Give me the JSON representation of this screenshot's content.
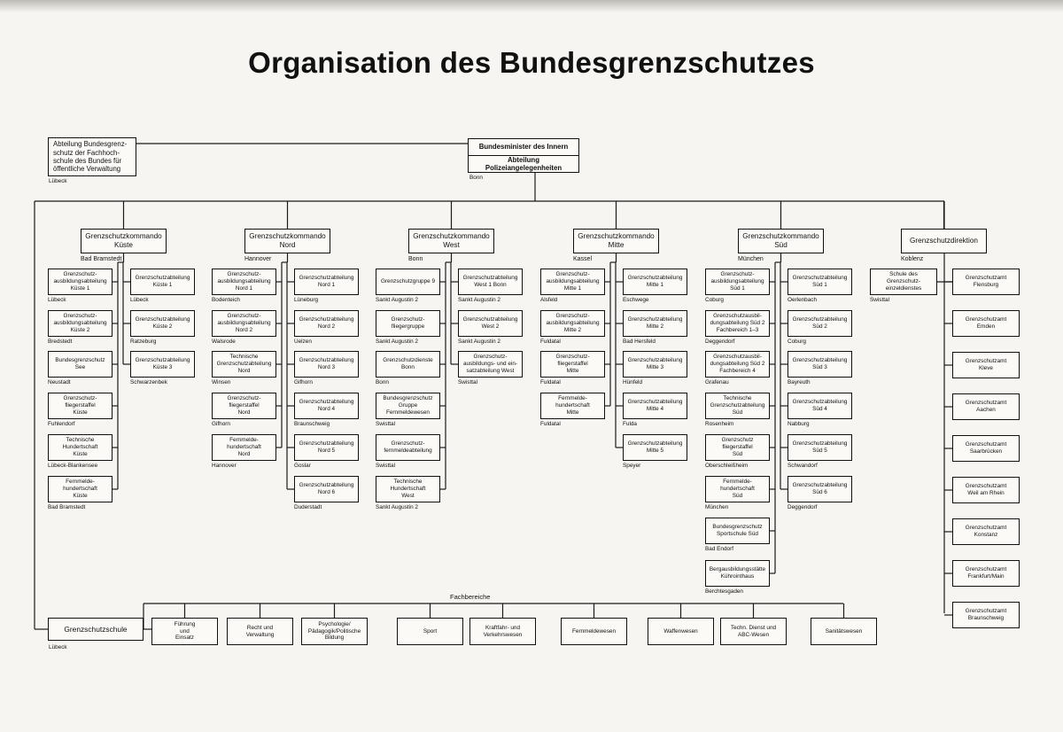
{
  "title": "Organisation des Bundesgrenzschutzes",
  "top": {
    "minister": "Bundesminister des Innern",
    "department": "Abteilung Polizeiangelegenheiten",
    "location": "Bonn"
  },
  "fachhochschule": {
    "name": "Abteilung Bundesgrenz-\nschutz der Fachhoch-\nschule des Bundes für\nöffentliche Verwaltung",
    "location": "Lübeck"
  },
  "commands": [
    {
      "name": "Grenzschutzkommando\nKüste",
      "location": "Bad Bramstedt",
      "col1": [
        {
          "name": "Grenzschutz-\nausbildungsabteilung\nKüste 1",
          "location": "Lübeck"
        },
        {
          "name": "Grenzschutz-\nausbildungsabteilung\nKüste 2",
          "location": "Bredstedt"
        },
        {
          "name": "Bundesgrenzschutz\nSee",
          "location": "Neustadt"
        },
        {
          "name": "Grenzschutz-\nfliegerstaffel\nKüste",
          "location": "Fuhlendorf"
        },
        {
          "name": "Technische\nHundertschaft\nKüste",
          "location": "Lübeck-Blankensee"
        },
        {
          "name": "Fernmelde-\nhundertschaft\nKüste",
          "location": "Bad Bramstedt"
        }
      ],
      "col2": [
        {
          "name": "Grenzschutzabteilung\nKüste 1",
          "location": "Lübeck"
        },
        {
          "name": "Grenzschutzabteilung\nKüste 2",
          "location": "Ratzeburg"
        },
        {
          "name": "Grenzschutzabteilung\nKüste 3",
          "location": "Schwarzenbek"
        }
      ]
    },
    {
      "name": "Grenzschutzkommando\nNord",
      "location": "Hannover",
      "col1": [
        {
          "name": "Grenzschutz-\nausbildungsabteilung\nNord 1",
          "location": "Bodenteich"
        },
        {
          "name": "Grenzschutz-\nausbildungsabteilung\nNord 2",
          "location": "Walsrode"
        },
        {
          "name": "Technische\nGrenzschutzabteilung\nNord",
          "location": "Winsen"
        },
        {
          "name": "Grenzschutz-\nfliegerstaffel\nNord",
          "location": "Gifhorn"
        },
        {
          "name": "Fernmelde-\nhundertschaft\nNord",
          "location": "Hannover"
        }
      ],
      "col2": [
        {
          "name": "Grenzschutzabteilung\nNord 1",
          "location": "Lüneburg"
        },
        {
          "name": "Grenzschutzabteilung\nNord 2",
          "location": "Uelzen"
        },
        {
          "name": "Grenzschutzabteilung\nNord 3",
          "location": "Gifhorn"
        },
        {
          "name": "Grenzschutzabteilung\nNord 4",
          "location": "Braunschweig"
        },
        {
          "name": "Grenzschutzabteilung\nNord 5",
          "location": "Goslar"
        },
        {
          "name": "Grenzschutzabteilung\nNord 6",
          "location": "Duderstadt"
        }
      ]
    },
    {
      "name": "Grenzschutzkommando\nWest",
      "location": "Bonn",
      "col1": [
        {
          "name": "Grenzschutzgruppe 9",
          "location": "Sankt Augustin 2"
        },
        {
          "name": "Grenzschutz-\nfliegergruppe",
          "location": "Sankt Augustin 2"
        },
        {
          "name": "Grenzschutzdienste\nBonn",
          "location": "Bonn"
        },
        {
          "name": "Bundesgrenzschutz\nGruppe\nFernmeldewesen",
          "location": "Swisttal"
        },
        {
          "name": "Grenzschutz-\nfernmeldeabteilung",
          "location": "Swisttal"
        },
        {
          "name": "Technische\nHundertschaft\nWest",
          "location": "Sankt Augustin 2"
        }
      ],
      "col2": [
        {
          "name": "Grenzschutzabteilung\nWest 1 Bonn",
          "location": "Sankt Augustin 2"
        },
        {
          "name": "Grenzschutzabteilung\nWest 2",
          "location": "Sankt Augustin 2"
        },
        {
          "name": "Grenzschutz-\nausbildungs- und ein-\nsatzabteilung West",
          "location": "Swisttal"
        }
      ]
    },
    {
      "name": "Grenzschutzkommando\nMitte",
      "location": "Kassel",
      "col1": [
        {
          "name": "Grenzschutz-\nausbildungsabteilung\nMitte 1",
          "location": "Alsfeld"
        },
        {
          "name": "Grenzschutz-\nausbildungsabteilung\nMitte 2",
          "location": "Fuldatal"
        },
        {
          "name": "Grenzschutz-\nfliegerstaffel\nMitte",
          "location": "Fuldatal"
        },
        {
          "name": "Fernmelde-\nhundertschaft\nMitte",
          "location": "Fuldatal"
        }
      ],
      "col2": [
        {
          "name": "Grenzschutzabteilung\nMitte 1",
          "location": "Eschwege"
        },
        {
          "name": "Grenzschutzabteilung\nMitte 2",
          "location": "Bad Hersfeld"
        },
        {
          "name": "Grenzschutzabteilung\nMitte 3",
          "location": "Hünfeld"
        },
        {
          "name": "Grenzschutzabteilung\nMitte 4",
          "location": "Fulda"
        },
        {
          "name": "Grenzschutzabteilung\nMitte 5",
          "location": "Speyer"
        }
      ]
    },
    {
      "name": "Grenzschutzkommando\nSüd",
      "location": "München",
      "col1": [
        {
          "name": "Grenzschutz-\nausbildungsabteilung\nSüd 1",
          "location": "Coburg"
        },
        {
          "name": "Grenzschutzausbil-\ndungsabteilung Süd 2\nFachbereich 1–3",
          "location": "Deggendorf"
        },
        {
          "name": "Grenzschutzausbil-\ndungsabteilung Süd 2\nFachbereich 4",
          "location": "Grafenau"
        },
        {
          "name": "Technische\nGrenzschutzabteilung\nSüd",
          "location": "Rosenheim"
        },
        {
          "name": "Grenzschutz\nfliegerstaffel\nSüd",
          "location": "Oberschleißheim"
        },
        {
          "name": "Fernmelde-\nhundertschaft\nSüd",
          "location": "München"
        },
        {
          "name": "Bundesgrenzschutz\nSportschule Süd",
          "location": "Bad Endorf"
        },
        {
          "name": "Bergausbildungsstätte\nKührointhaus",
          "location": "Berchtesgaden"
        }
      ],
      "col2": [
        {
          "name": "Grenzschutzabteilung\nSüd 1",
          "location": "Oerlenbach"
        },
        {
          "name": "Grenzschutzabteilung\nSüd 2",
          "location": "Coburg"
        },
        {
          "name": "Grenzschutzabteilung\nSüd 3",
          "location": "Bayreuth"
        },
        {
          "name": "Grenzschutzabteilung\nSüd 4",
          "location": "Nabburg"
        },
        {
          "name": "Grenzschutzabteilung\nSüd 5",
          "location": "Schwandorf"
        },
        {
          "name": "Grenzschutzabteilung\nSüd 6",
          "location": "Deggendorf"
        }
      ]
    },
    {
      "name": "Grenzschutzdirektion",
      "location": "Koblenz",
      "col1": [
        {
          "name": "Schule des\nGrenzschutz-\neinzeldienstes",
          "location": "Swisttal"
        }
      ],
      "col2": [
        {
          "name": "Grenzschutzamt\nFlensburg",
          "location": ""
        },
        {
          "name": "Grenzschutzamt\nEmden",
          "location": ""
        },
        {
          "name": "Grenzschutzamt\nKleve",
          "location": ""
        },
        {
          "name": "Grenzschutzamt\nAachen",
          "location": ""
        },
        {
          "name": "Grenzschutzamt\nSaarbrücken",
          "location": ""
        },
        {
          "name": "Grenzschutzamt\nWeil am Rhein",
          "location": ""
        },
        {
          "name": "Grenzschutzamt\nKonstanz",
          "location": ""
        },
        {
          "name": "Grenzschutzamt\nFrankfurt/Main",
          "location": ""
        },
        {
          "name": "Grenzschutzamt\nBraunschweig",
          "location": ""
        }
      ]
    }
  ],
  "school": {
    "name": "Grenzschutzschule",
    "location": "Lübeck"
  },
  "fachbereiche": {
    "label": "Fachbereiche",
    "items": [
      "Führung\nund\nEinsatz",
      "Recht und\nVerwaltung",
      "Psychologie/\nPädagogik/Politische\nBildung",
      "Sport",
      "Kraftfahr- und\nVerkehrswesen",
      "Fernmeldewesen",
      "Waffenwesen",
      "Techn. Dienst und\nABC-Wesen",
      "Sanitätswesen"
    ]
  }
}
